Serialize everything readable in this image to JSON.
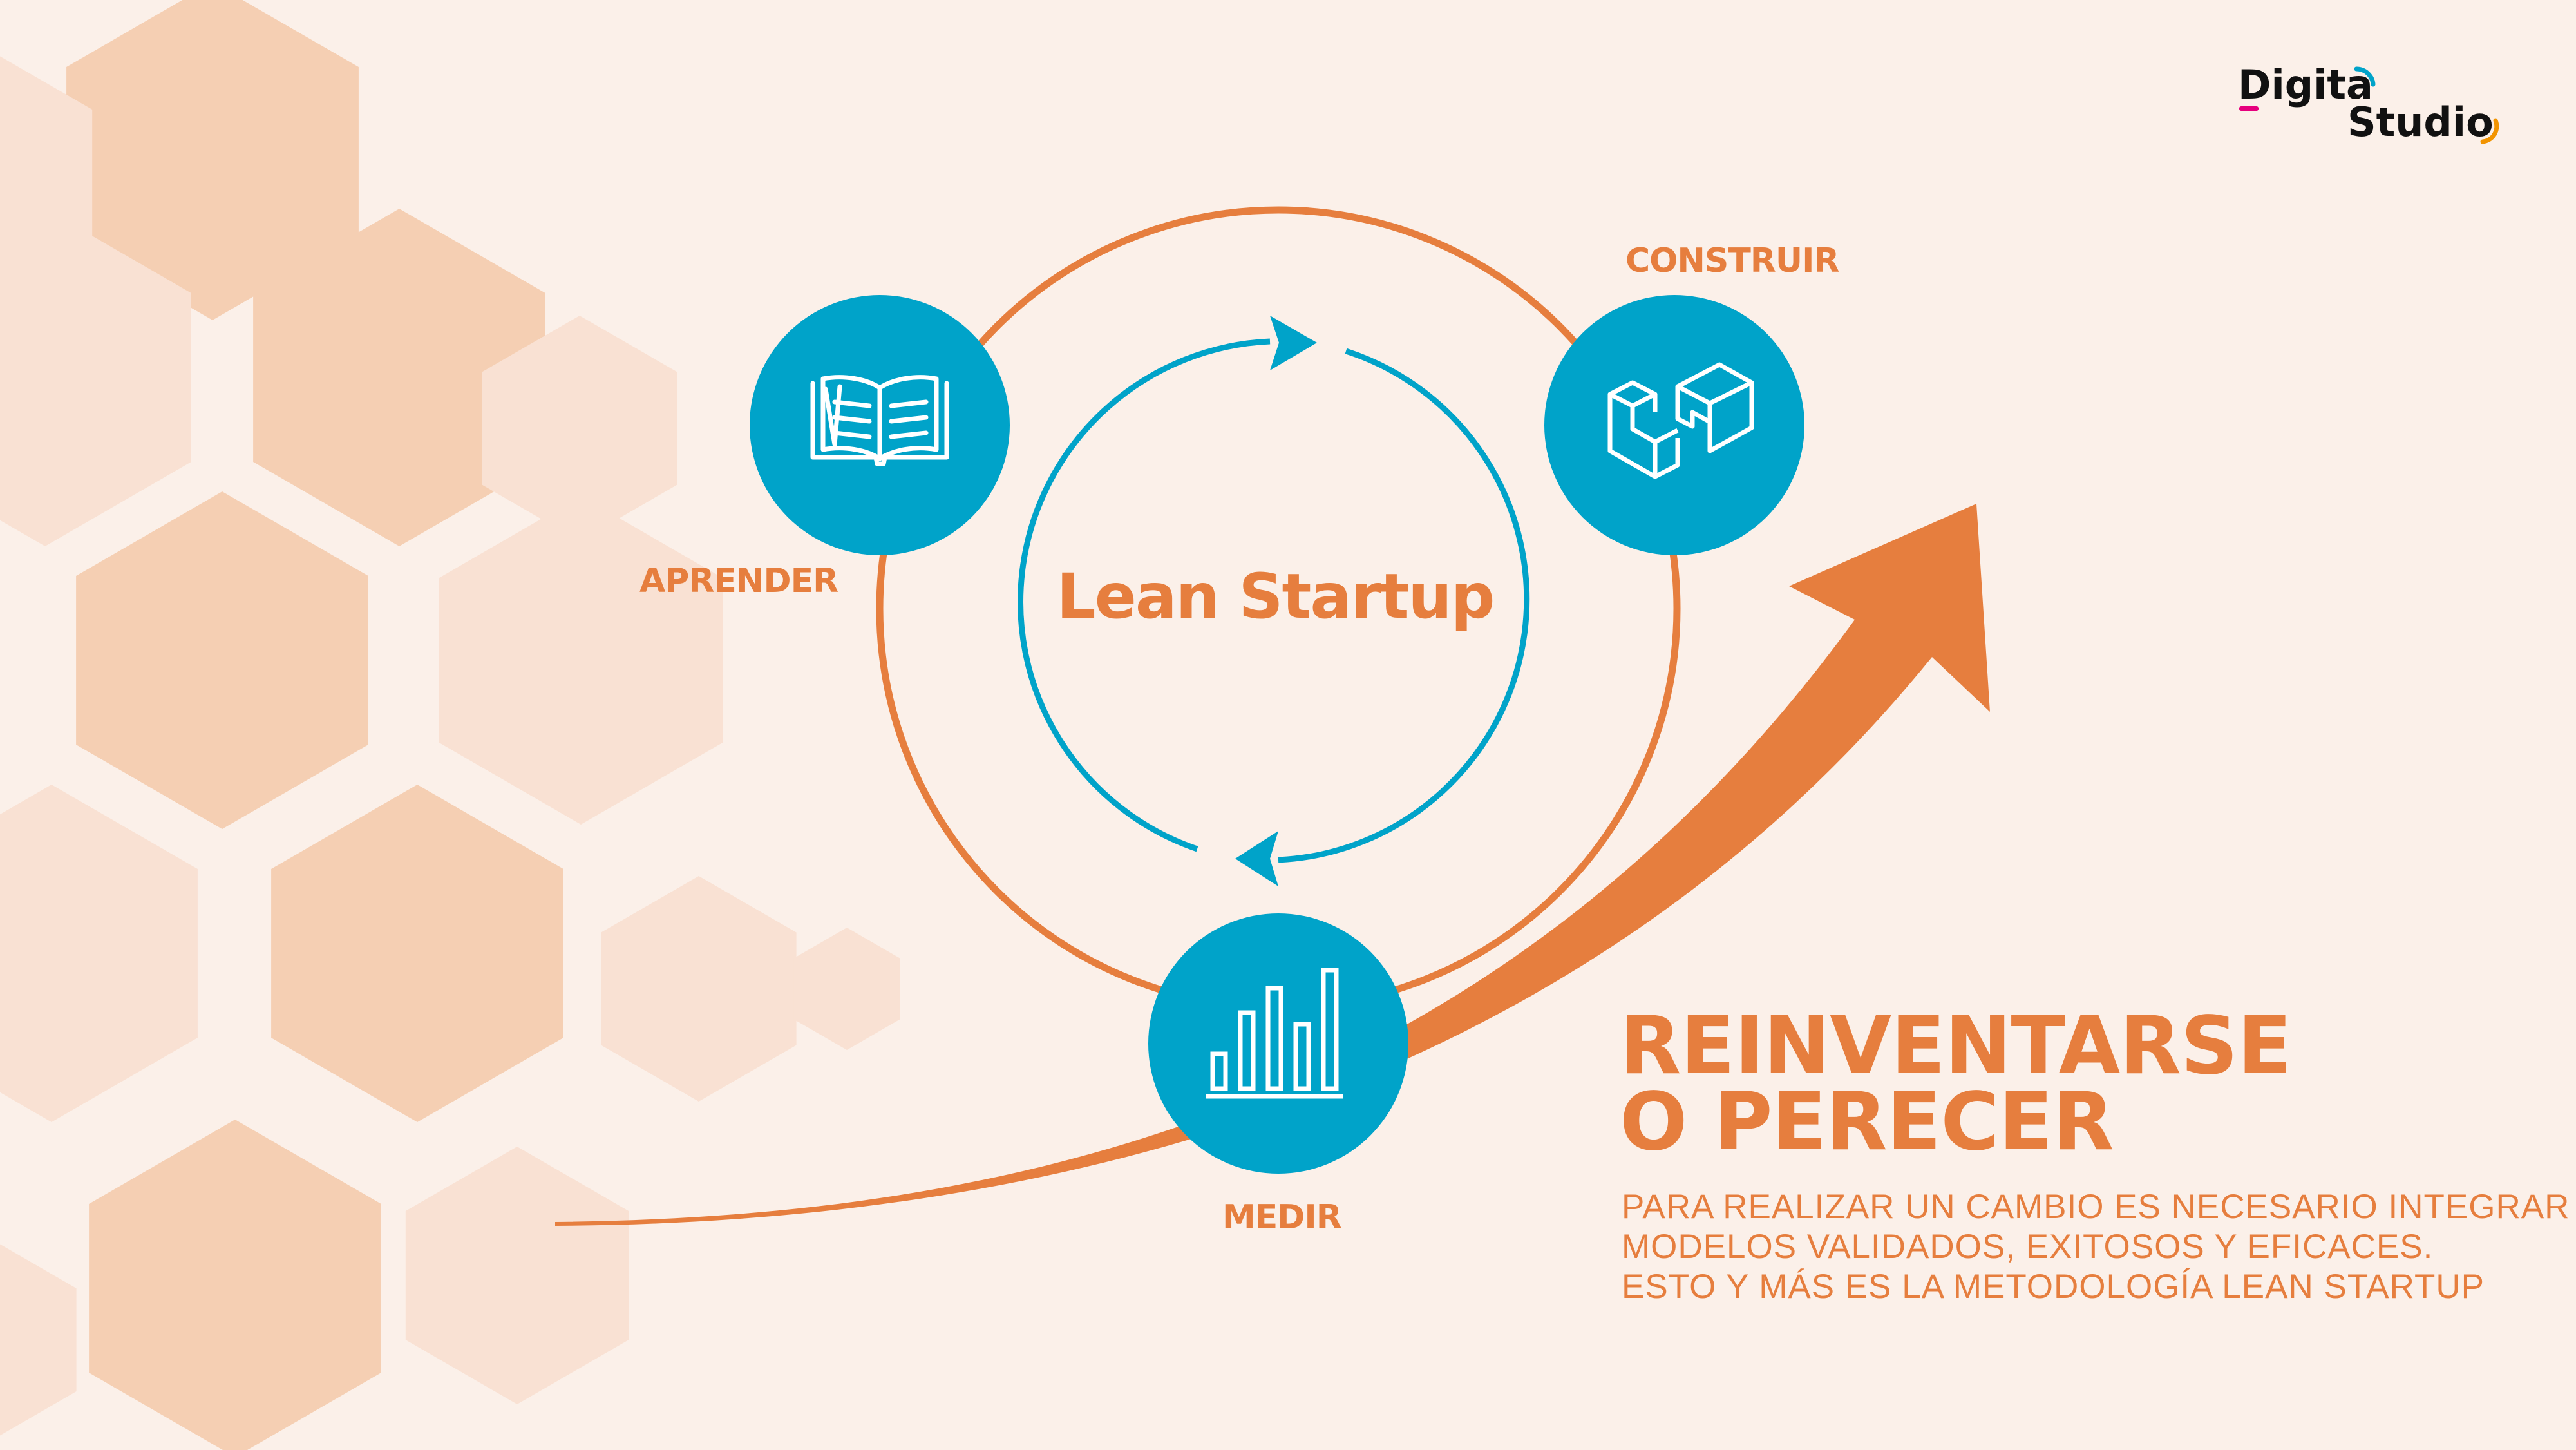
{
  "colors": {
    "background": "#fbf0e9",
    "hexagon_dark": "#f5cfb3",
    "hexagon_light": "#f9e1d3",
    "orange": "#e67e3e",
    "blue": "#00a3c9",
    "white": "#ffffff",
    "logo_text": "#111111",
    "logo_pink": "#e6007e",
    "logo_blue": "#00a3c9",
    "logo_orange": "#f29400"
  },
  "logo": {
    "line1": "Digita",
    "line2": "Studio"
  },
  "cycle": {
    "center_label": "Lean Startup",
    "stages": [
      {
        "id": "construir",
        "label": "CONSTRUIR",
        "icon": "building-blocks-icon"
      },
      {
        "id": "medir",
        "label": "MEDIR",
        "icon": "bar-chart-icon"
      },
      {
        "id": "aprender",
        "label": "APRENDER",
        "icon": "open-book-icon"
      }
    ]
  },
  "headline": {
    "line1": "REINVENTARSE",
    "line2": "O PERECER"
  },
  "body": {
    "line1": "PARA REALIZAR UN CAMBIO ES NECESARIO INTEGRAR",
    "line2": "MODELOS VALIDADOS, EXITOSOS Y EFICACES.",
    "line3": "ESTO Y MÁS ES LA METODOLOGÍA LEAN STARTUP"
  }
}
